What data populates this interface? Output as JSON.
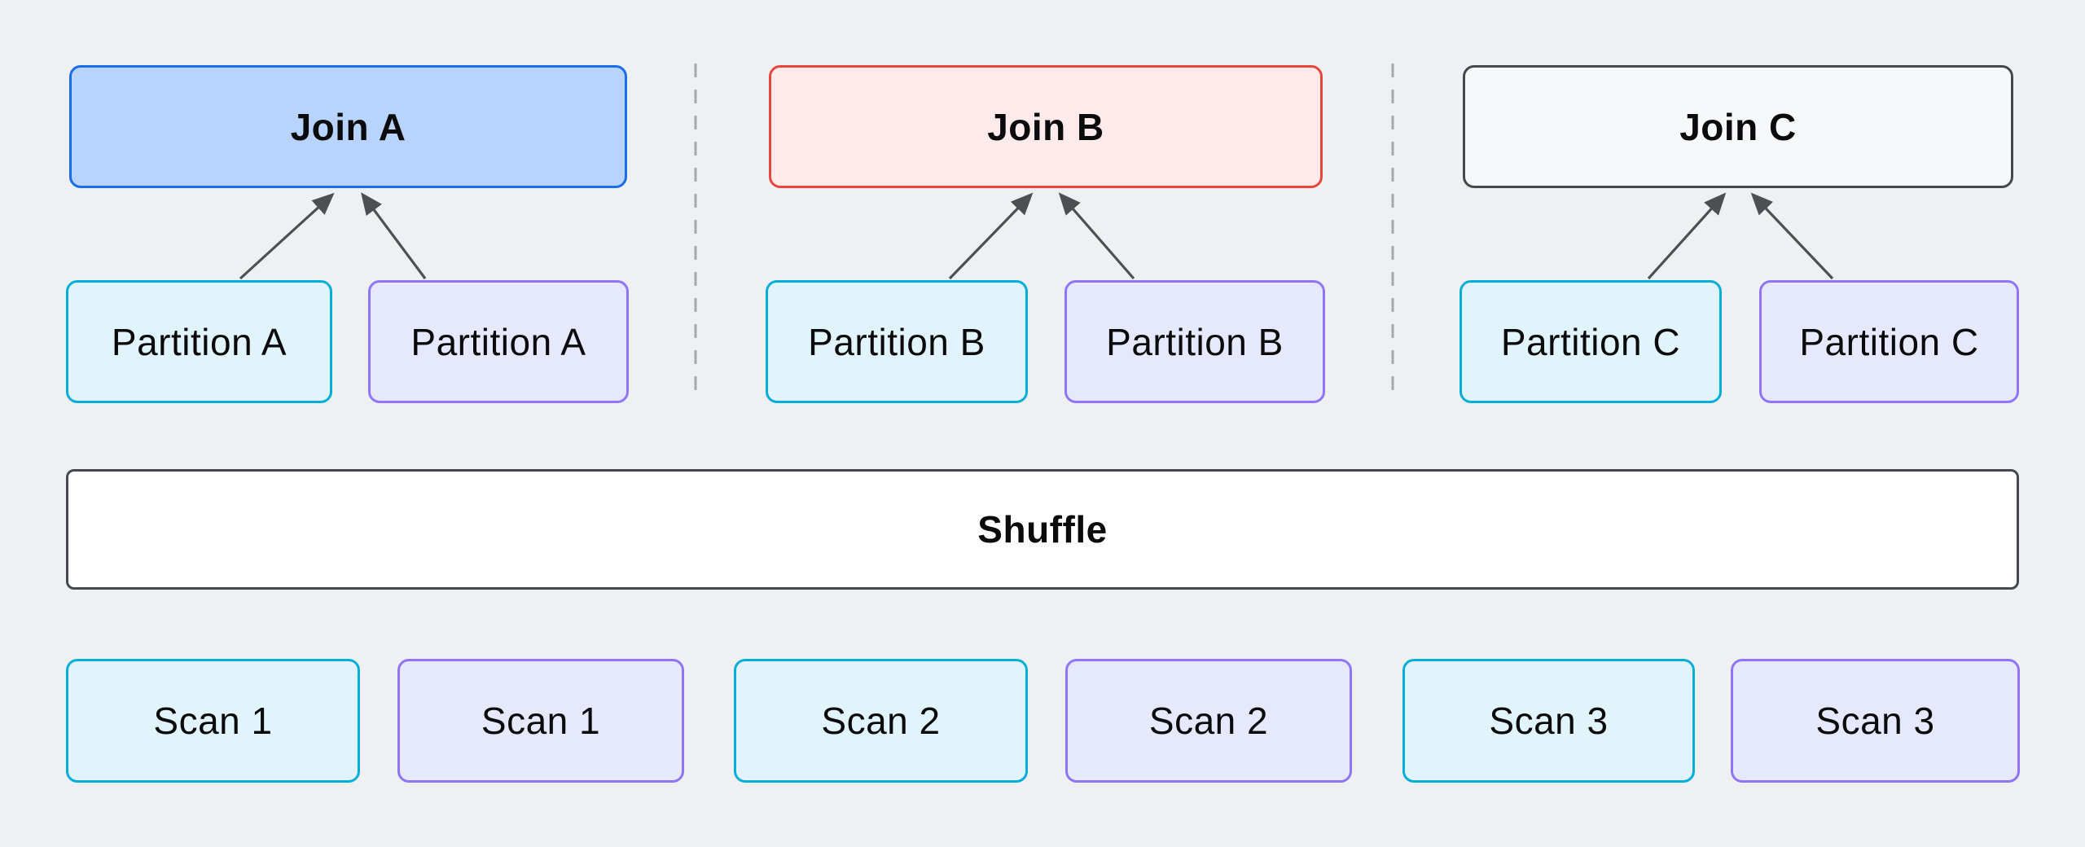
{
  "diagram": {
    "title": "distributed join plan diagram",
    "background_color": "#eef0f1",
    "text_color": "#0b0b0d",
    "arrow_color": "#4d4f52",
    "divider_color": "#a6a9ad",
    "node_styles": {
      "cyan": {
        "fill": "#e2f4fb",
        "border": "#00aed8"
      },
      "purple": {
        "fill": "#e6e9fc",
        "border": "#8f75f6"
      }
    },
    "sections": [
      {
        "name": "A",
        "join": {
          "label": "Join A",
          "fill": "#b9d4fc",
          "border": "#176ee8"
        },
        "partition_left": {
          "label": "Partition A",
          "variant": "cyan"
        },
        "partition_right": {
          "label": "Partition A",
          "variant": "purple"
        }
      },
      {
        "name": "B",
        "join": {
          "label": "Join B",
          "fill": "#fdeaea",
          "border": "#e8463d"
        },
        "partition_left": {
          "label": "Partition B",
          "variant": "cyan"
        },
        "partition_right": {
          "label": "Partition B",
          "variant": "purple"
        }
      },
      {
        "name": "C",
        "join": {
          "label": "Join C",
          "fill": "#f7f8f9",
          "border": "#45484c"
        },
        "partition_left": {
          "label": "Partition C",
          "variant": "cyan"
        },
        "partition_right": {
          "label": "Partition C",
          "variant": "purple"
        }
      }
    ],
    "shuffle": {
      "label": "Shuffle",
      "fill": "#ffffff",
      "border": "#45484c"
    },
    "scans": [
      {
        "label": "Scan 1",
        "variant": "cyan"
      },
      {
        "label": "Scan 1",
        "variant": "purple"
      },
      {
        "label": "Scan 2",
        "variant": "cyan"
      },
      {
        "label": "Scan 2",
        "variant": "purple"
      },
      {
        "label": "Scan 3",
        "variant": "cyan"
      },
      {
        "label": "Scan 3",
        "variant": "purple"
      }
    ],
    "divider_count": 2
  }
}
